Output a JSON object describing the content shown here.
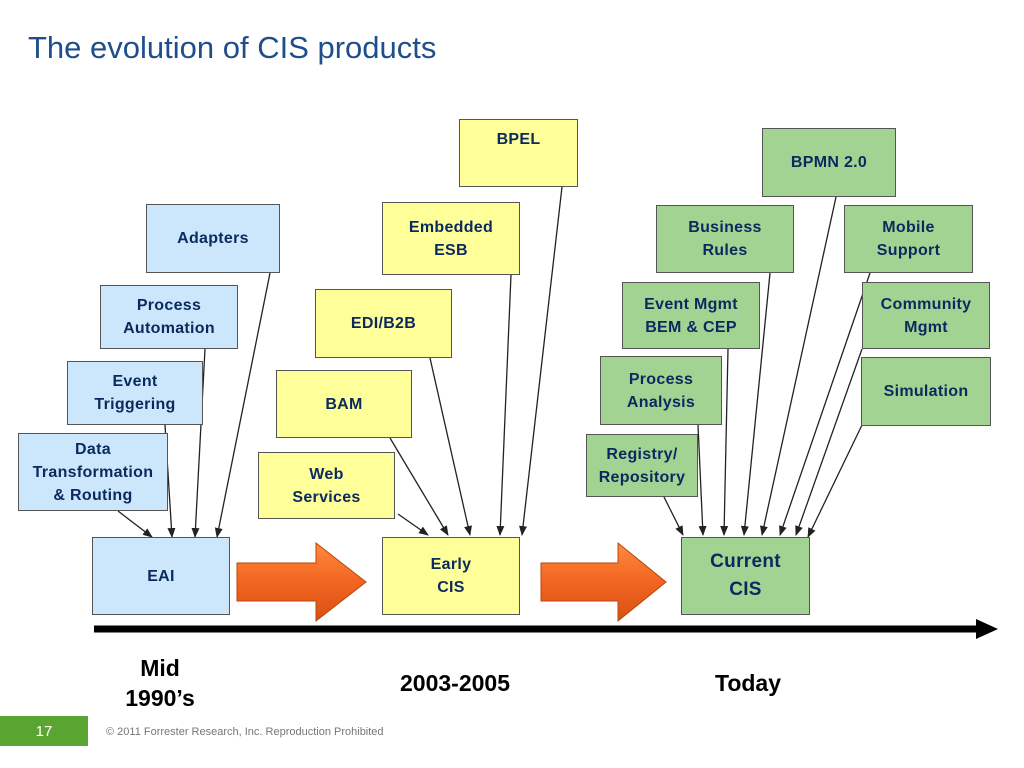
{
  "title": "The evolution of CIS products",
  "eras": {
    "eai": {
      "label": "EAI",
      "inputs": {
        "adapters": "Adapters",
        "process_automation": "Process\nAutomation",
        "event_triggering": "Event\nTriggering",
        "data_transformation": "Data\nTransformation\n& Routing"
      },
      "period": "Mid\n1990’s"
    },
    "early_cis": {
      "label": "Early\nCIS",
      "inputs": {
        "bpel": "BPEL",
        "embedded_esb": "Embedded\nESB",
        "edi_b2b": "EDI/B2B",
        "bam": "BAM",
        "web_services": "Web\nServices"
      },
      "period": "2003-2005"
    },
    "current_cis": {
      "label": "Current\nCIS",
      "inputs": {
        "bpmn": "BPMN 2.0",
        "business_rules": "Business\nRules",
        "mobile_support": "Mobile\nSupport",
        "event_mgmt": "Event Mgmt\nBEM & CEP",
        "community_mgmt": "Community\nMgmt",
        "process_analysis": "Process\nAnalysis",
        "simulation": "Simulation",
        "registry": "Registry/\nRepository"
      },
      "period": "Today"
    }
  },
  "colors": {
    "title": "#1f4e8c",
    "eai_boxes": "#cce7fb",
    "early_cis_boxes": "#ffff99",
    "current_cis_boxes": "#a2d393",
    "progress_arrow": "#f26522",
    "page_number_badge": "#5aa532"
  },
  "footer": {
    "page_number": "17",
    "copyright": "© 2011 Forrester Research, Inc. Reproduction Prohibited"
  }
}
